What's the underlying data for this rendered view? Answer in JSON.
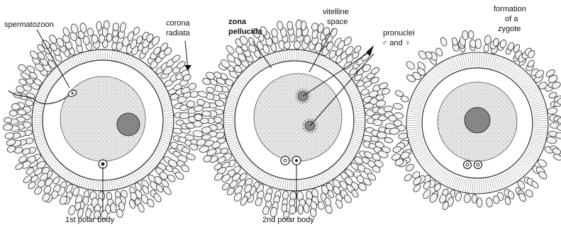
{
  "stages": [
    {
      "name": "stage-fertilization",
      "labels": {
        "spermatozoon": "spermatozoon",
        "corona_line1": "corona",
        "corona_line2": "radiata",
        "polar_body": "1st polar body"
      }
    },
    {
      "name": "stage-pronuclei",
      "labels": {
        "zona_line1": "zona",
        "zona_line2": "pellucida",
        "vitelline_line1": "vitelline",
        "vitelline_line2": "space",
        "pronuclei_line1": "pronuclei",
        "pronuclei_line2": "♂ and ♀",
        "polar_body": "2nd polar body"
      }
    },
    {
      "name": "stage-zygote",
      "labels": {
        "line1": "formation",
        "line2": "of a",
        "line3": "zygote"
      }
    }
  ],
  "colors": {
    "ink": "#2a2a2a",
    "cell_fill": "#f3f3f3",
    "cytoplasm": "#e3e3e3",
    "zona": "#ffffff",
    "nucleus": "#8a8a8a"
  }
}
